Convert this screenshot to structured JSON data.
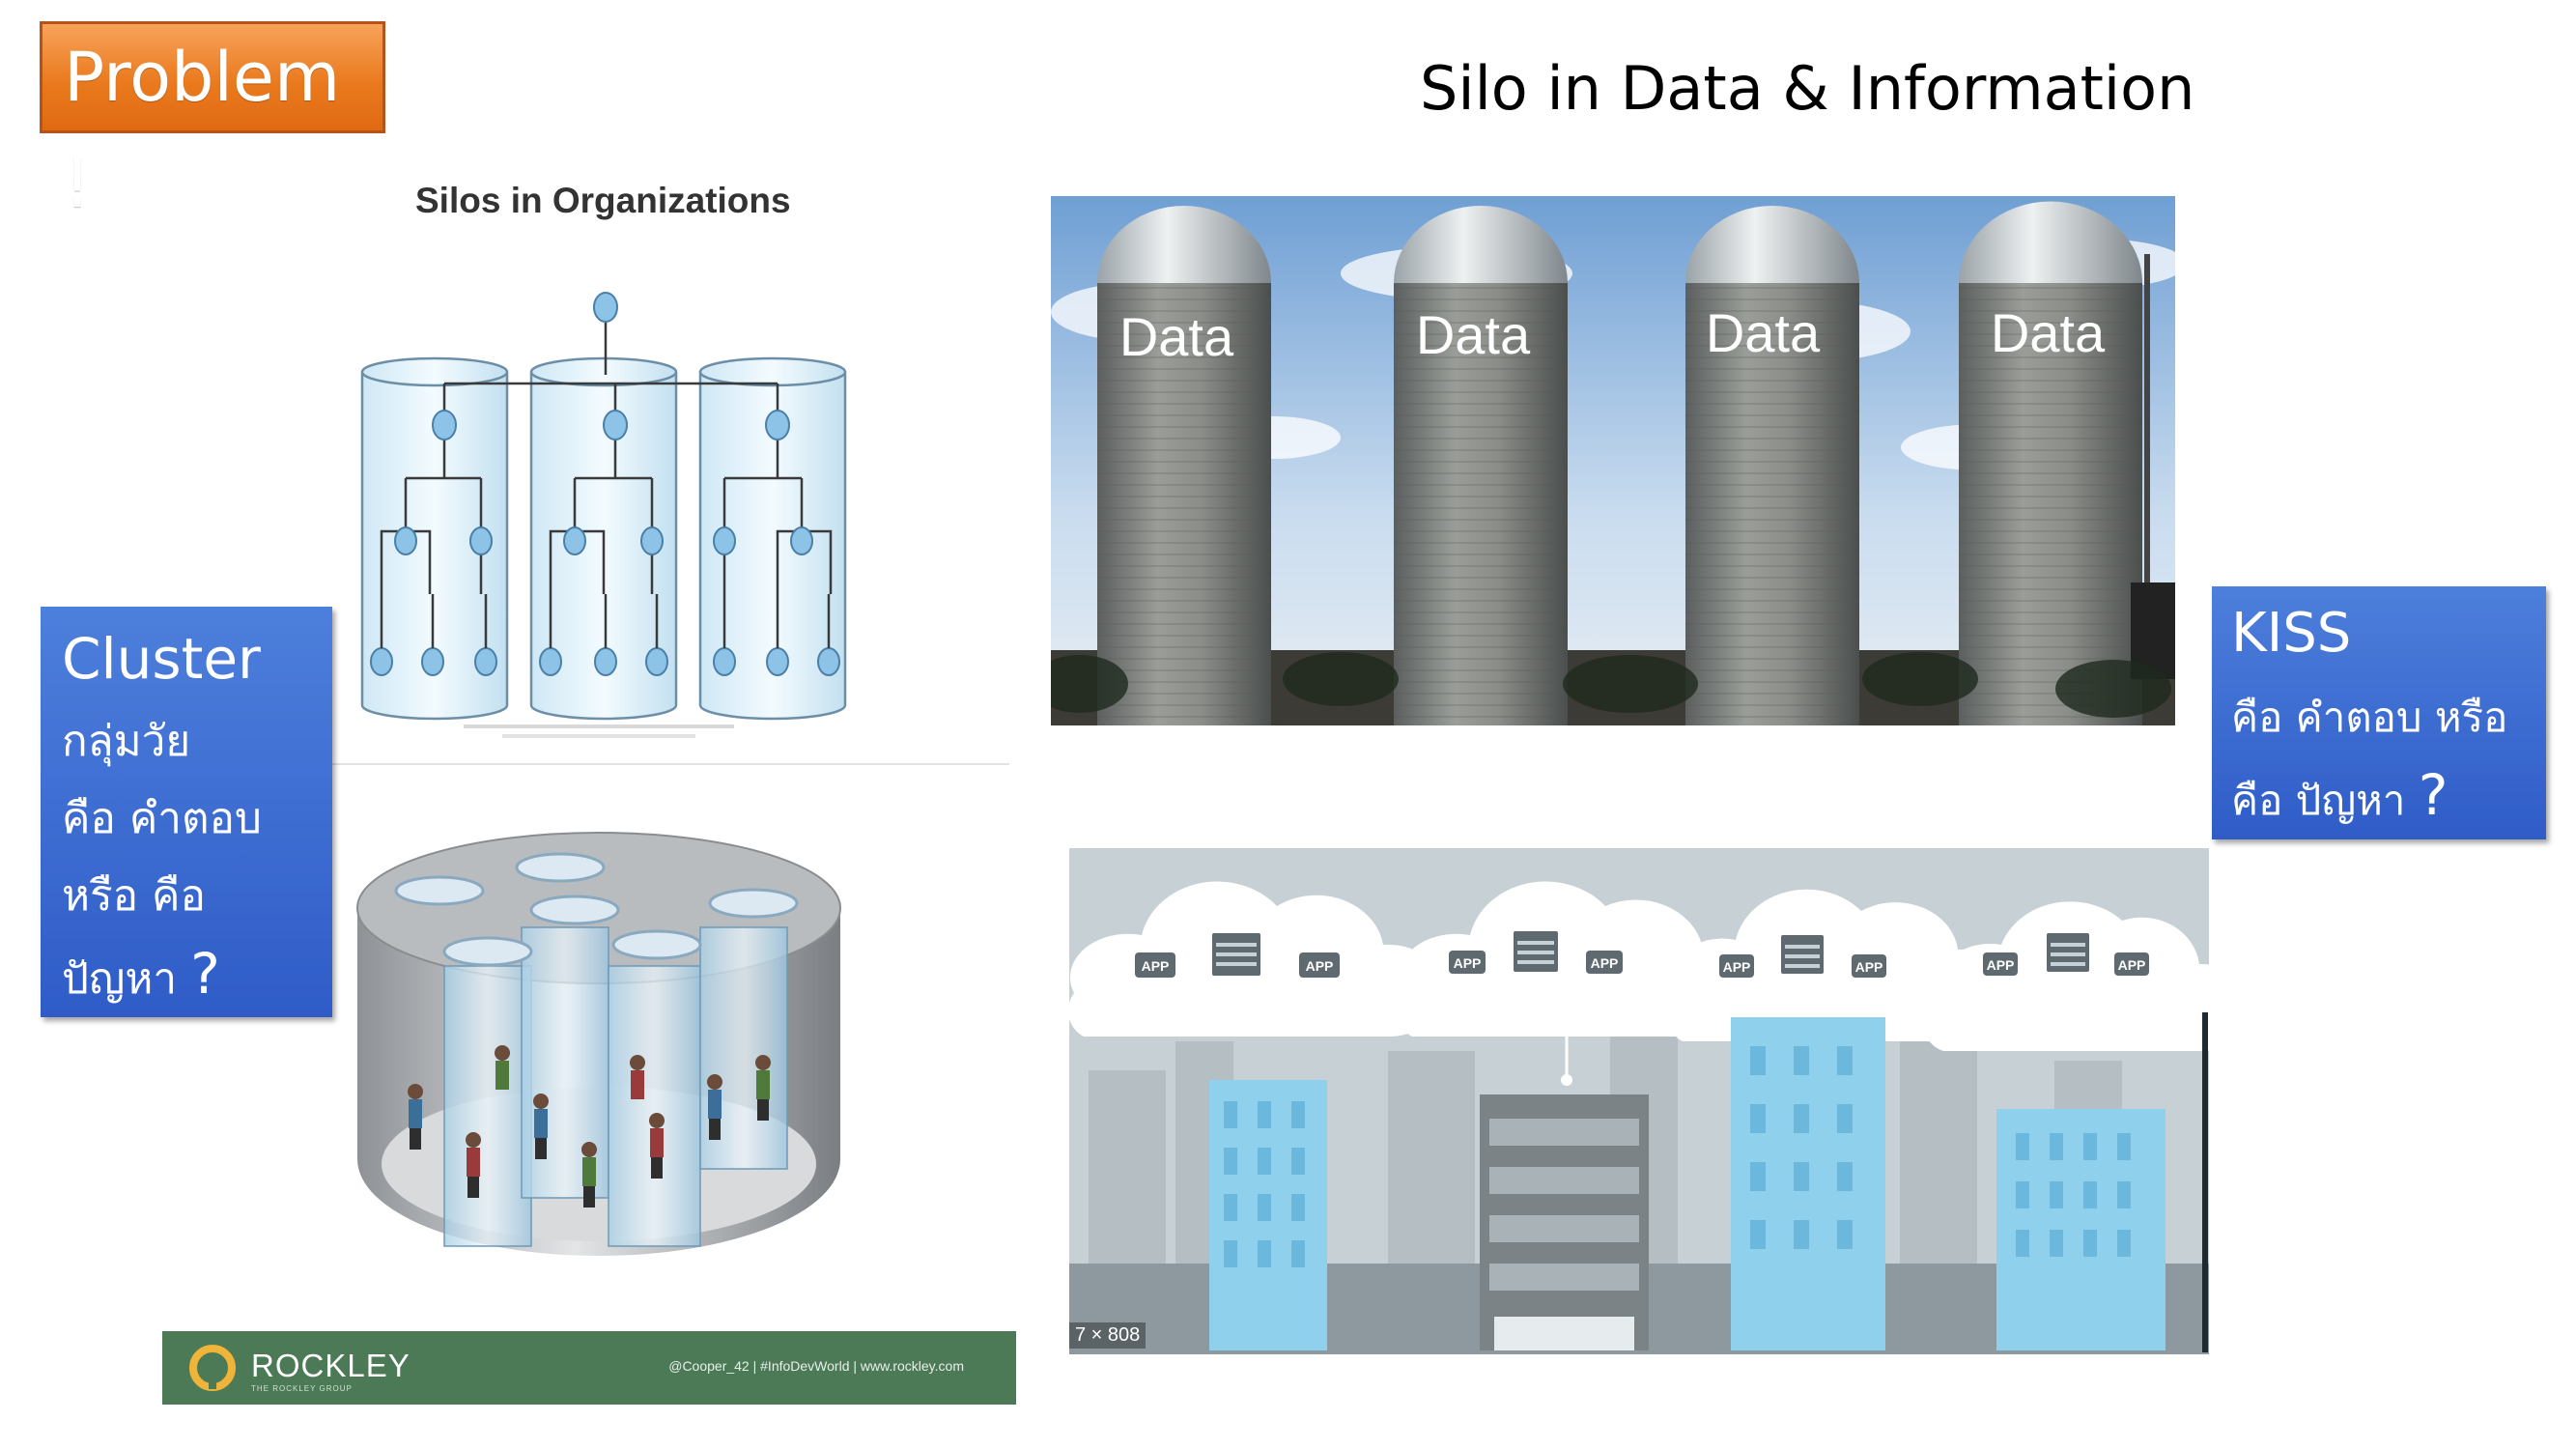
{
  "badge": {
    "label": "Problem !"
  },
  "title": "Silo in Data & Information",
  "silos_org": {
    "title": "Silos in Organizations"
  },
  "cluster": {
    "title": "Cluster",
    "lines": [
      "กลุ่มวัย",
      "คือ คำตอบ",
      "หรือ คือ",
      "ปัญหา"
    ],
    "mark": "?"
  },
  "kiss": {
    "title": "KISS",
    "lines": [
      "คือ คำตอบ หรือ",
      "คือ ปัญหา"
    ],
    "mark": "?"
  },
  "silo_photo": {
    "labels": [
      "Data",
      "Data",
      "Data",
      "Data"
    ]
  },
  "rockley": {
    "name": "ROCKLEY",
    "subtitle": "THE ROCKLEY GROUP",
    "credit": "@Cooper_42 | #InfoDevWorld | www.rockley.com"
  },
  "city": {
    "app_label": "APP",
    "size_label": "7 × 808"
  },
  "colors": {
    "badge": "#ea7a1e",
    "callout": "#3a68d0",
    "footer": "#4c7a56",
    "city_sky": "#c7d0d4",
    "building": "#8fd0ec"
  }
}
